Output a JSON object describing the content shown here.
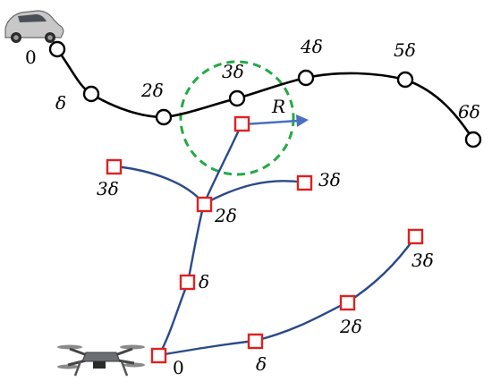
{
  "colors": {
    "vehicle_path": "#000000",
    "vehicle_node_fill": "#ffffff",
    "drone_path": "#2a4a8a",
    "drone_node": "#e02020",
    "radius_circle": "#22aa44",
    "radius_arrow": "#4a6fc0"
  },
  "icons": {
    "vehicle": "car-icon",
    "drone": "drone-icon"
  },
  "vehicle_labels": [
    "0",
    "δ",
    "2δ",
    "3δ",
    "4δ",
    "5δ",
    "6δ"
  ],
  "drone_branch_labels": {
    "origin": "0",
    "mid": "δ",
    "split": "2δ",
    "left_tip": "3δ",
    "right_tip": "3δ"
  },
  "drone_second_path_labels": [
    "δ",
    "2δ",
    "3δ"
  ],
  "radius_label": "R"
}
